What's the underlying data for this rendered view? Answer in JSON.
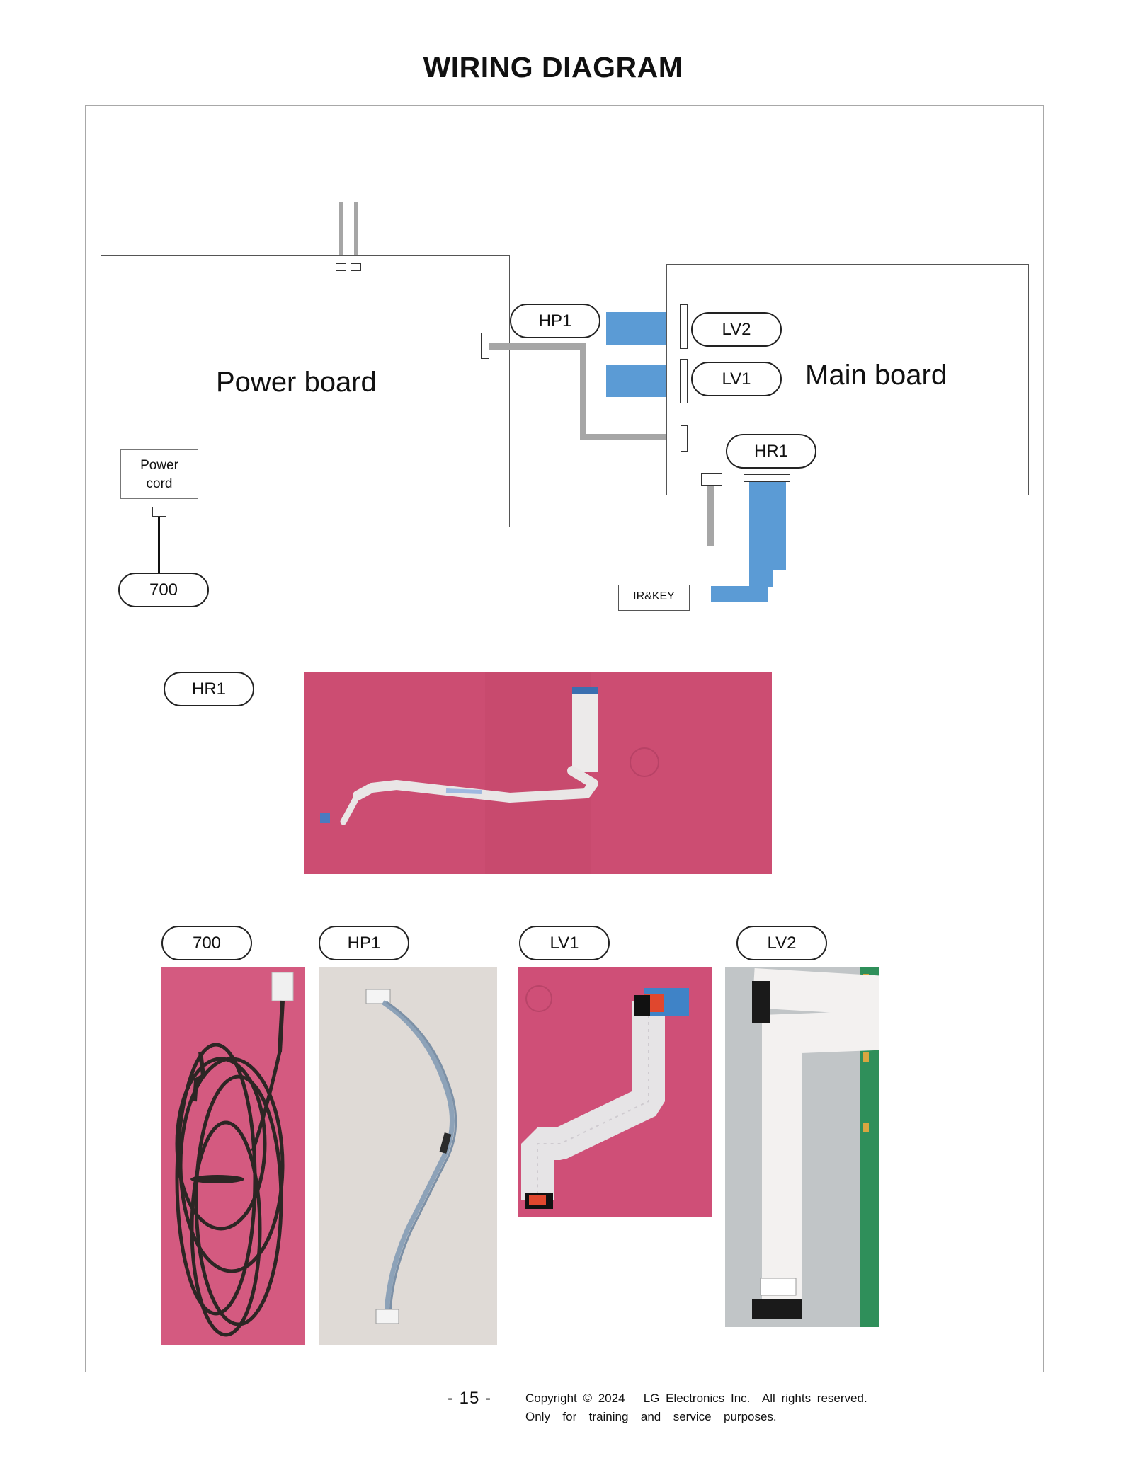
{
  "title": "WIRING DIAGRAM",
  "boards": {
    "power": "Power board",
    "main": "Main board",
    "power_cord": "Power\ncord",
    "ir_key": "IR&KEY"
  },
  "connectors": {
    "hp1": "HP1",
    "lv2": "LV2",
    "lv1": "LV1",
    "hr1": "HR1",
    "c700": "700"
  },
  "photos": {
    "hr1": "HR1",
    "c700": "700",
    "hp1": "HP1",
    "lv1": "LV1",
    "lv2": "LV2"
  },
  "colors": {
    "ffc_blue": "#5b9bd5",
    "wire_gray": "#a6a6a6",
    "photo_pink": "#cc4d72"
  },
  "footer": {
    "page": "- 15 -",
    "copyright": "Copyright © 2024   LG Electronics Inc.  All rights reserved.",
    "note": "Only  for  training  and  service  purposes."
  }
}
